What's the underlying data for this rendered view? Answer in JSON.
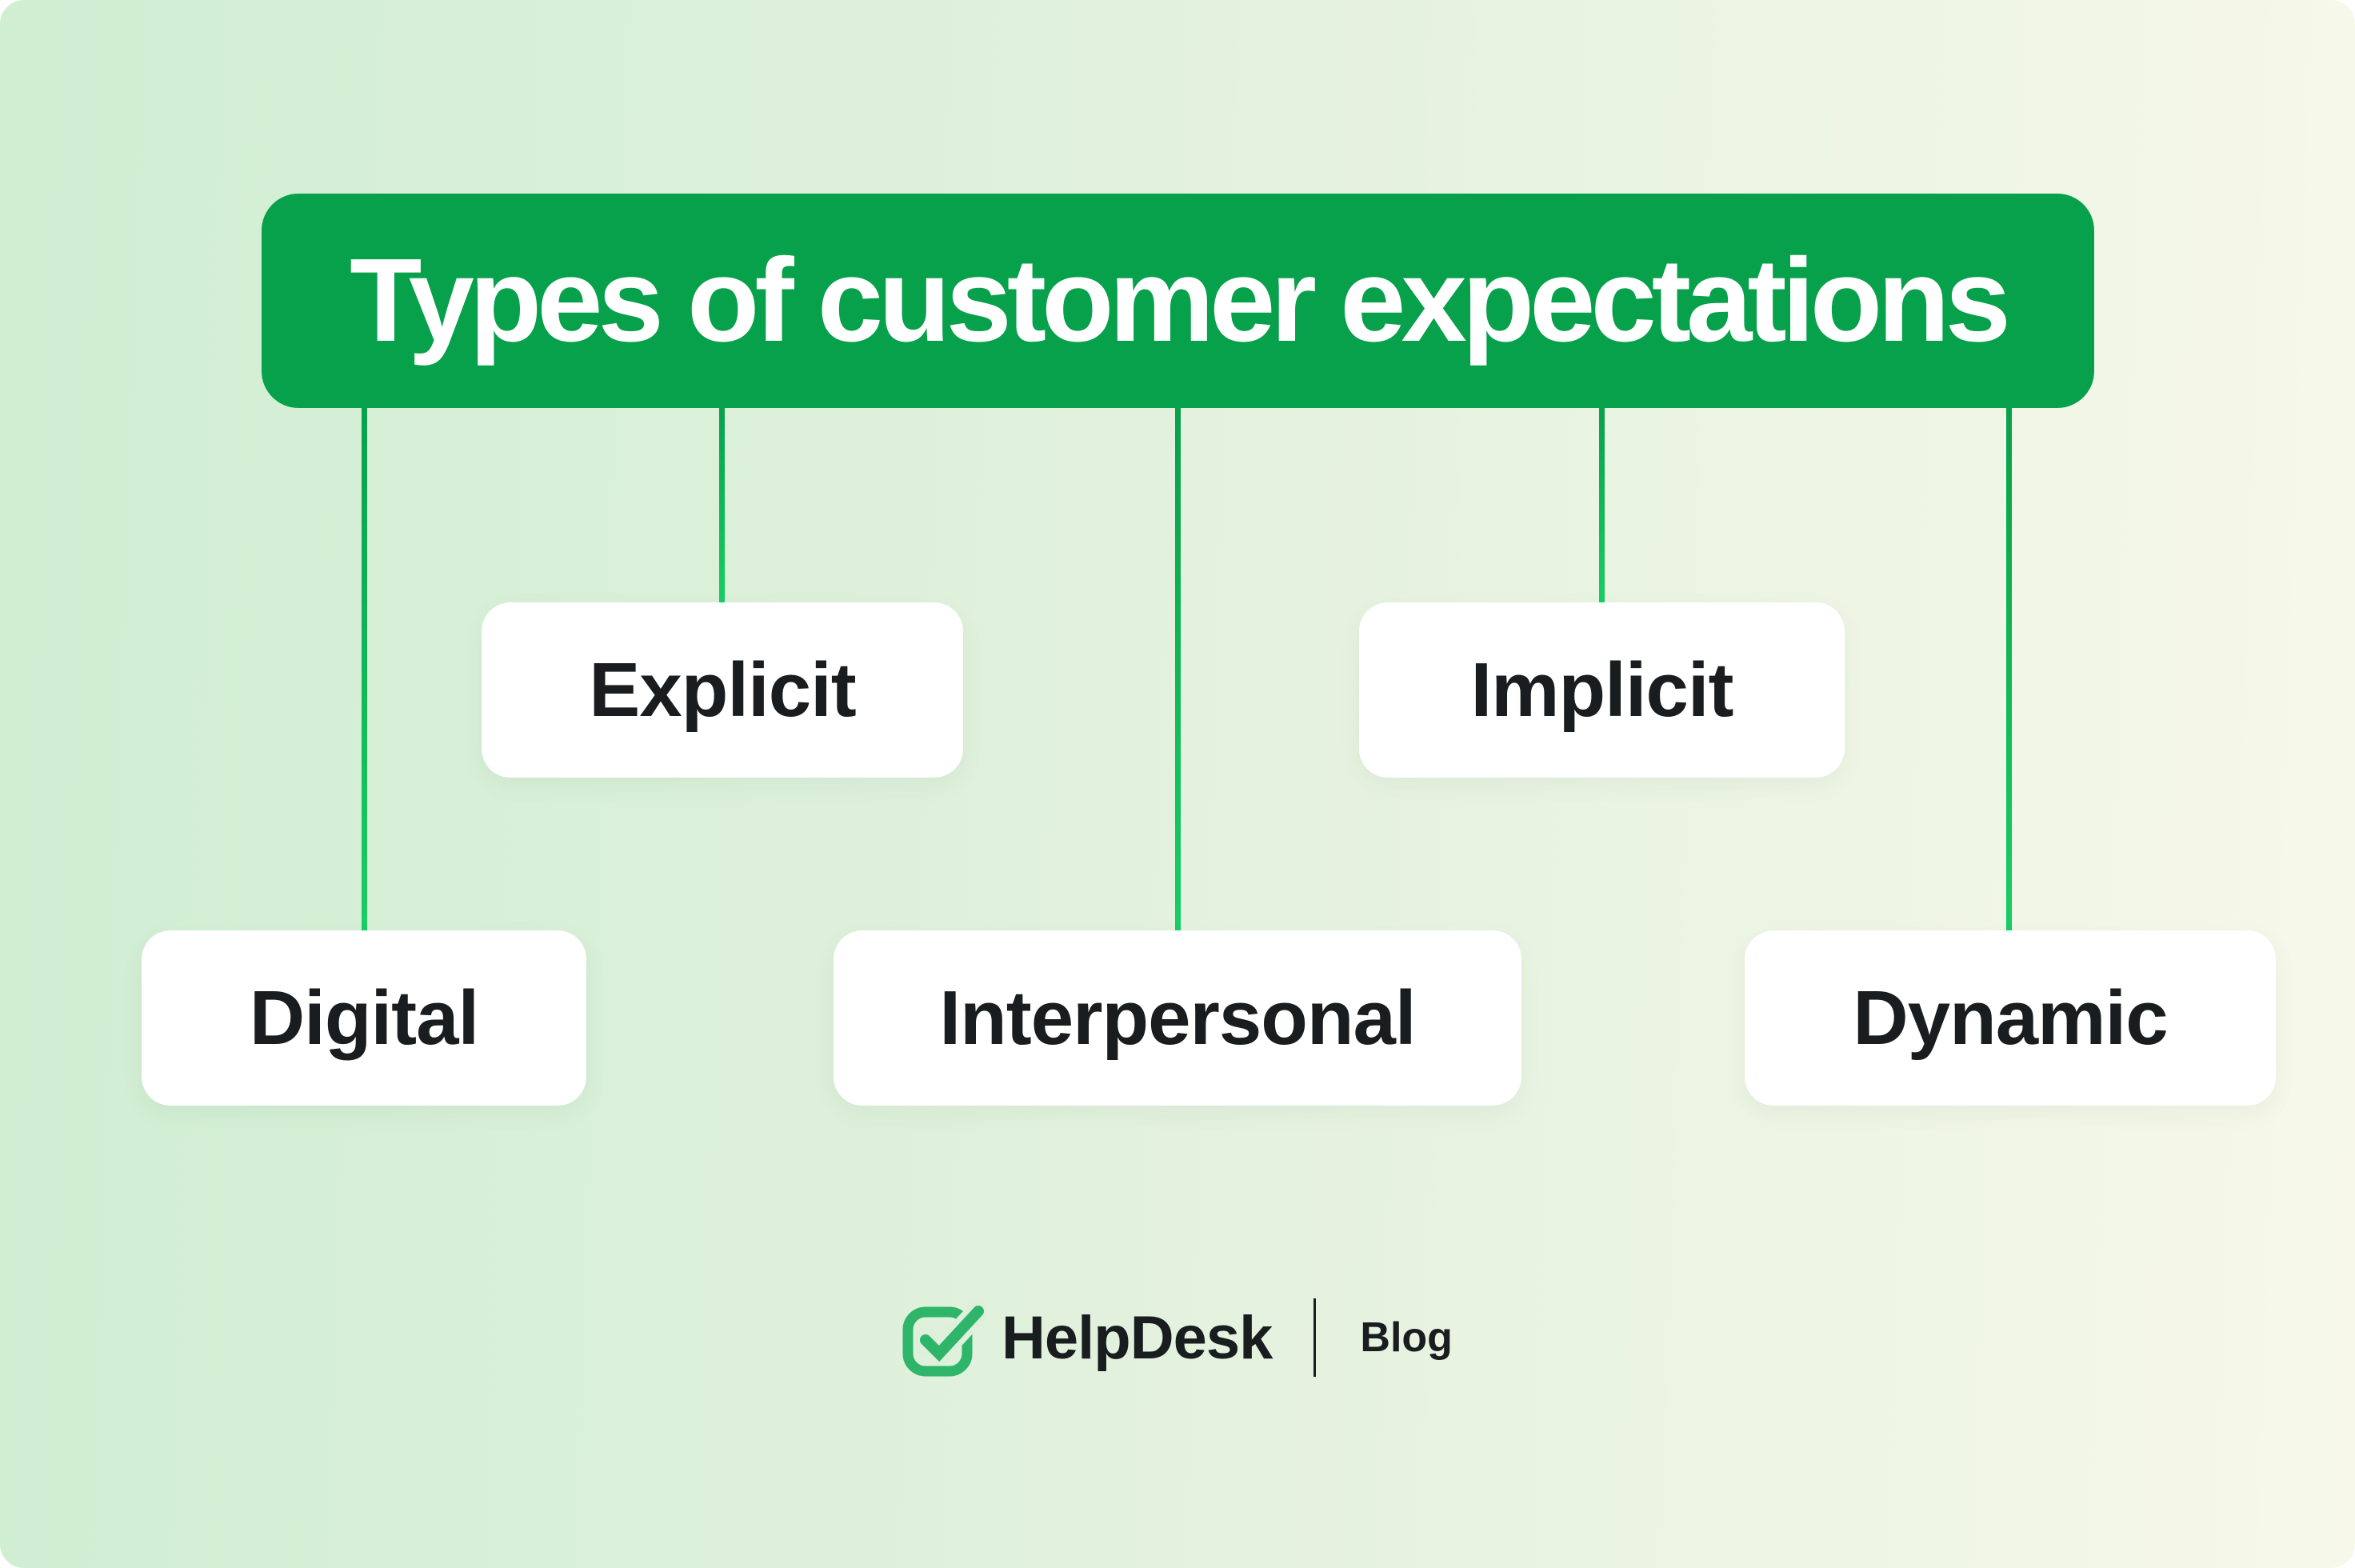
{
  "header": {
    "title": "Types of customer expectations"
  },
  "nodes": [
    {
      "id": "explicit",
      "label": "Explicit",
      "row": "top"
    },
    {
      "id": "implicit",
      "label": "Implicit",
      "row": "top"
    },
    {
      "id": "digital",
      "label": "Digital",
      "row": "bottom"
    },
    {
      "id": "interpersonal",
      "label": "Interpersonal",
      "row": "bottom"
    },
    {
      "id": "dynamic",
      "label": "Dynamic",
      "row": "bottom"
    }
  ],
  "footer": {
    "brand": "HelpDesk",
    "section": "Blog",
    "icon": "check-squircle-icon"
  },
  "colors": {
    "header_green": "#07A04B",
    "line_green_top": "#09A04B",
    "line_green_bottom": "#18CE64",
    "bg_left": "#CFEED2",
    "bg_mid": "#E2F1DD",
    "bg_right": "#F7F8EA",
    "card_bg": "#FFFFFF",
    "text_dark": "#191D1F",
    "logo_green": "#2FB56A"
  }
}
